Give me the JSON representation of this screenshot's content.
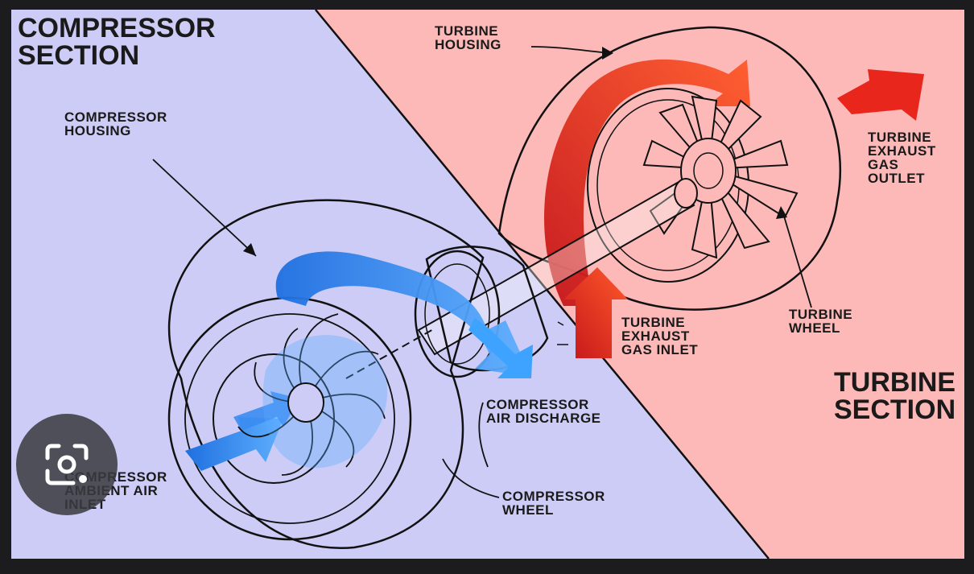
{
  "diagram": {
    "compressor_section": [
      "COMPRESSOR",
      "SECTION"
    ],
    "turbine_section": [
      "TURBINE",
      "SECTION"
    ],
    "labels": {
      "compressor_housing": [
        "COMPRESSOR",
        "HOUSING"
      ],
      "turbine_housing": [
        "TURBINE",
        "HOUSING"
      ],
      "turbine_exhaust_gas_outlet": [
        "TURBINE",
        "EXHAUST",
        "GAS",
        "OUTLET"
      ],
      "turbine_wheel": [
        "TURBINE",
        "WHEEL"
      ],
      "turbine_exhaust_gas_inlet": [
        "TURBINE",
        "EXHAUST",
        "GAS INLET"
      ],
      "compressor_air_discharge": [
        "COMPRESSOR",
        "AIR DISCHARGE"
      ],
      "compressor_wheel": [
        "COMPRESSOR",
        "WHEEL"
      ],
      "compressor_ambient_air_inlet": [
        "COMPRESSOR",
        "AMBIENT AIR",
        "INLET"
      ]
    },
    "colors": {
      "compressor_bg": "#cdccf6",
      "turbine_bg": "#fdb8b8",
      "cold_air": "#2f8ef0",
      "hot_gas": "#e8261c",
      "line": "#111111"
    }
  },
  "overlay": {
    "visual_search_icon": "lens-camera-icon"
  }
}
